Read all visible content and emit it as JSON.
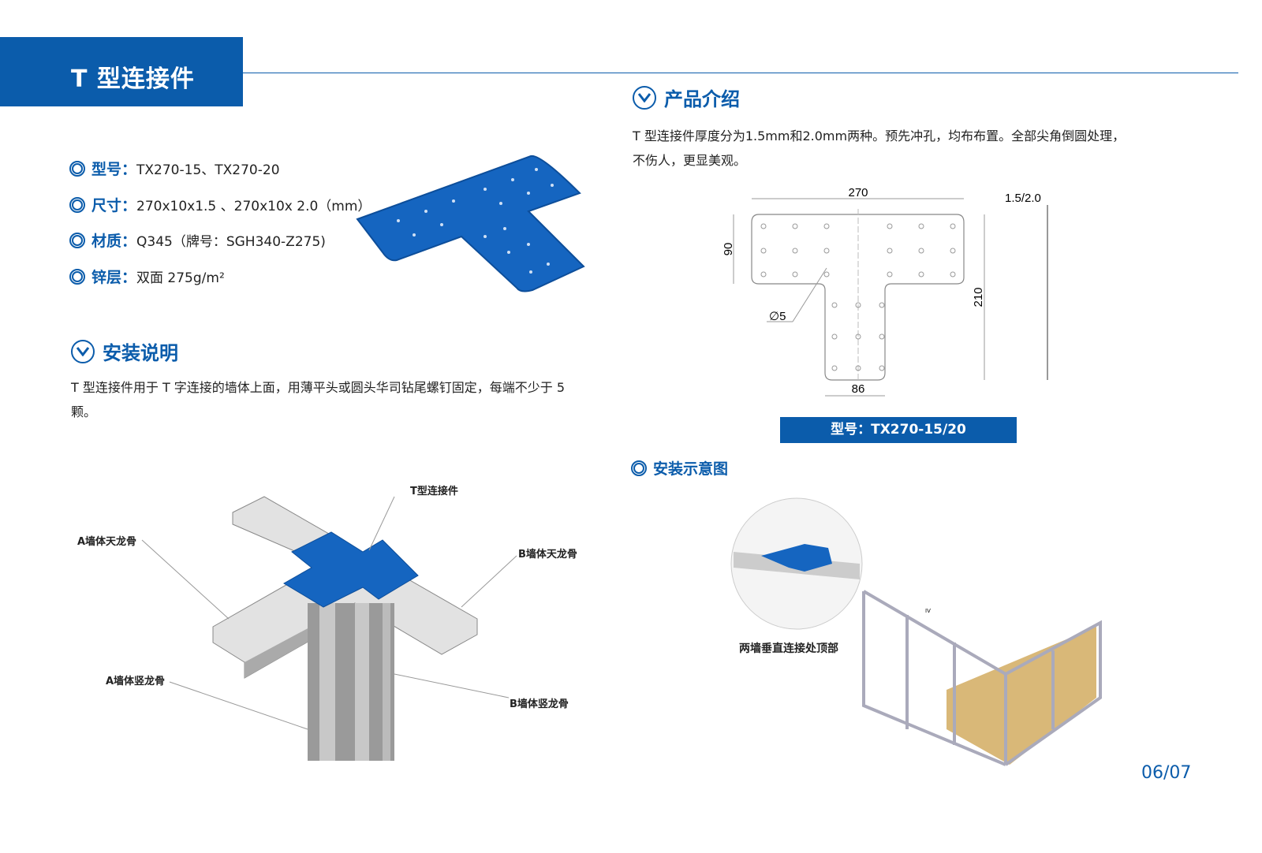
{
  "title": "T 型连接件",
  "specs": [
    {
      "key": "型号：",
      "value": "TX270-15、TX270-20"
    },
    {
      "key": "尺寸：",
      "value": "270x10x1.5 、270x10x 2.0（mm）"
    },
    {
      "key": "材质：",
      "value": "Q345（牌号：SGH340-Z275)"
    },
    {
      "key": "锌层：",
      "value": "双面 275g/m²"
    }
  ],
  "install": {
    "heading": "安装说明",
    "text": "T 型连接件用于 T 字连接的墙体上面，用薄平头或圆头华司钻尾螺钉固定，每端不少于 5 颗。",
    "labels": {
      "connector": "T型连接件",
      "a_top": "A墙体天龙骨",
      "b_top": "B墙体天龙骨",
      "a_stud": "A墙体竖龙骨",
      "b_stud": "B墙体竖龙骨"
    }
  },
  "product": {
    "heading": "产品介绍",
    "text_line1": "T 型连接件厚度分为1.5mm和2.0mm两种。预先冲孔，均布布置。全部尖角倒圆处理，",
    "text_line2": "不伤人，更显美观。"
  },
  "drawing": {
    "width": "270",
    "height_top": "90",
    "total_height": "210",
    "stem": "86",
    "hole": "∅5",
    "thickness": "1.5/2.0"
  },
  "model_bar": "型号：TX270-15/20",
  "diagram": {
    "heading": "安装示意图",
    "caption": "两墙垂直连接处顶部",
    "tag": "IV"
  },
  "page": "06/07",
  "colors": {
    "accent": "#0b5cab"
  }
}
